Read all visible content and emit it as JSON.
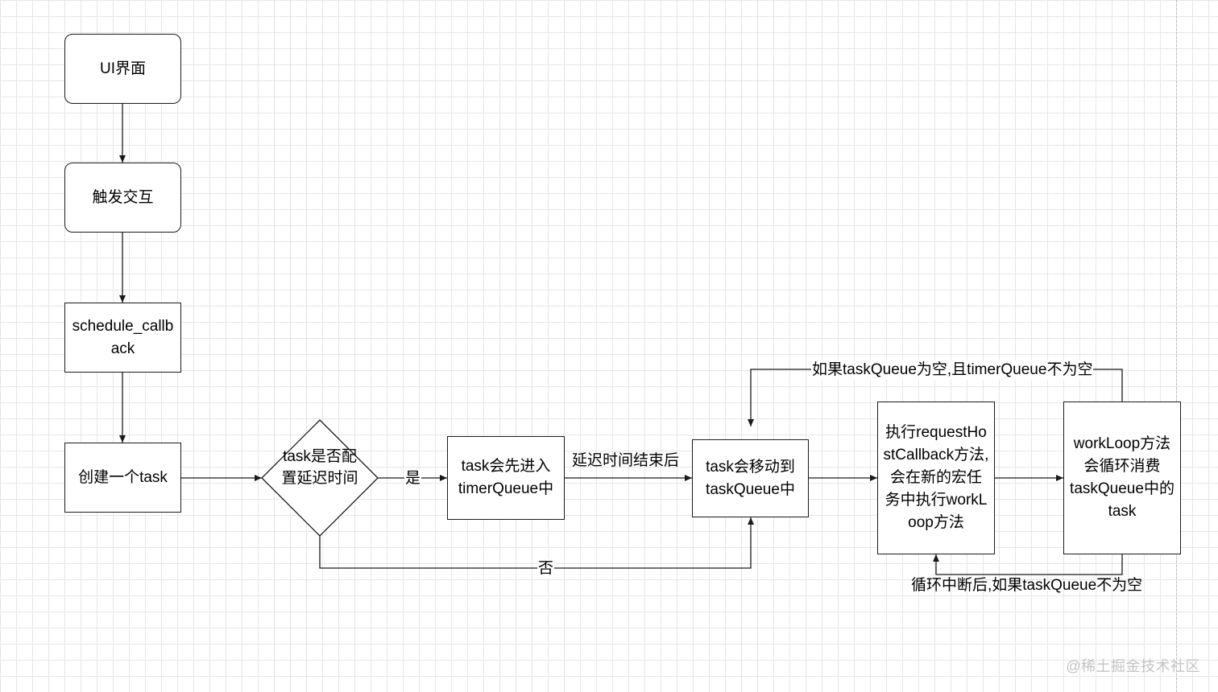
{
  "nodes": {
    "ui": "UI界面",
    "trigger": "触发交互",
    "schedule": "schedule_callback",
    "create_task": "创建一个task",
    "decision": "task是否配置延迟时间",
    "timer_queue": "task会先进入timerQueue中",
    "task_queue": "task会移动到taskQueue中",
    "execute": "执行requestHostCallback方法,会在新的宏任务中执行workLoop方法",
    "workloop": "workLoop方法会循环消费taskQueue中的task"
  },
  "edges": {
    "yes": "是",
    "no": "否",
    "delay_done": "延迟时间结束后",
    "top_loop": "如果taskQueue为空,且timerQueue不为空",
    "bottom_loop": "循环中断后,如果taskQueue不为空"
  },
  "watermark": "@稀土掘金技术社区",
  "colors": {
    "stroke": "#1a1a1a",
    "grid": "#e6e6e6",
    "watermark": "#c3c3c3"
  }
}
